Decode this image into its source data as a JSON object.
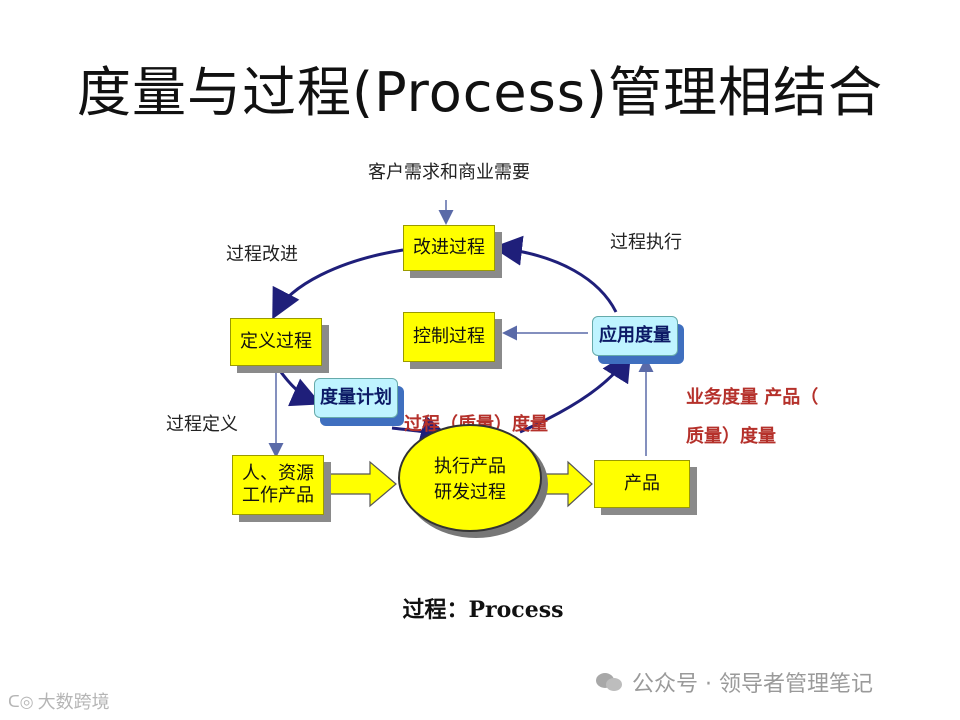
{
  "title": "度量与过程(Process)管理相结合",
  "top_input": "客户需求和商业需要",
  "labels": {
    "process_improve": "过程改进",
    "process_exec": "过程执行",
    "process_define": "过程定义",
    "process_quality_measure": "过程（质量）度量",
    "business_measure_line1": "业务度量 产品（",
    "business_measure_line2": "质量）度量"
  },
  "boxes": {
    "improve": "改进过程",
    "define": "定义过程",
    "control": "控制过程",
    "apply_measure": "应用度量",
    "measure_plan": "度量计划",
    "resources_line1": "人、资源",
    "resources_line2": "工作产品",
    "develop_line1": "执行产品",
    "develop_line2": "研发过程",
    "product": "产品"
  },
  "caption": "过程：Process",
  "watermark_right": "公众号 · 领导者管理笔记",
  "watermark_left": "大数跨境",
  "colors": {
    "box_yellow": "#ffff00",
    "box_cyan": "#bff4ff",
    "arrow_navy": "#1f1f7a",
    "red_text": "#b5312b"
  }
}
